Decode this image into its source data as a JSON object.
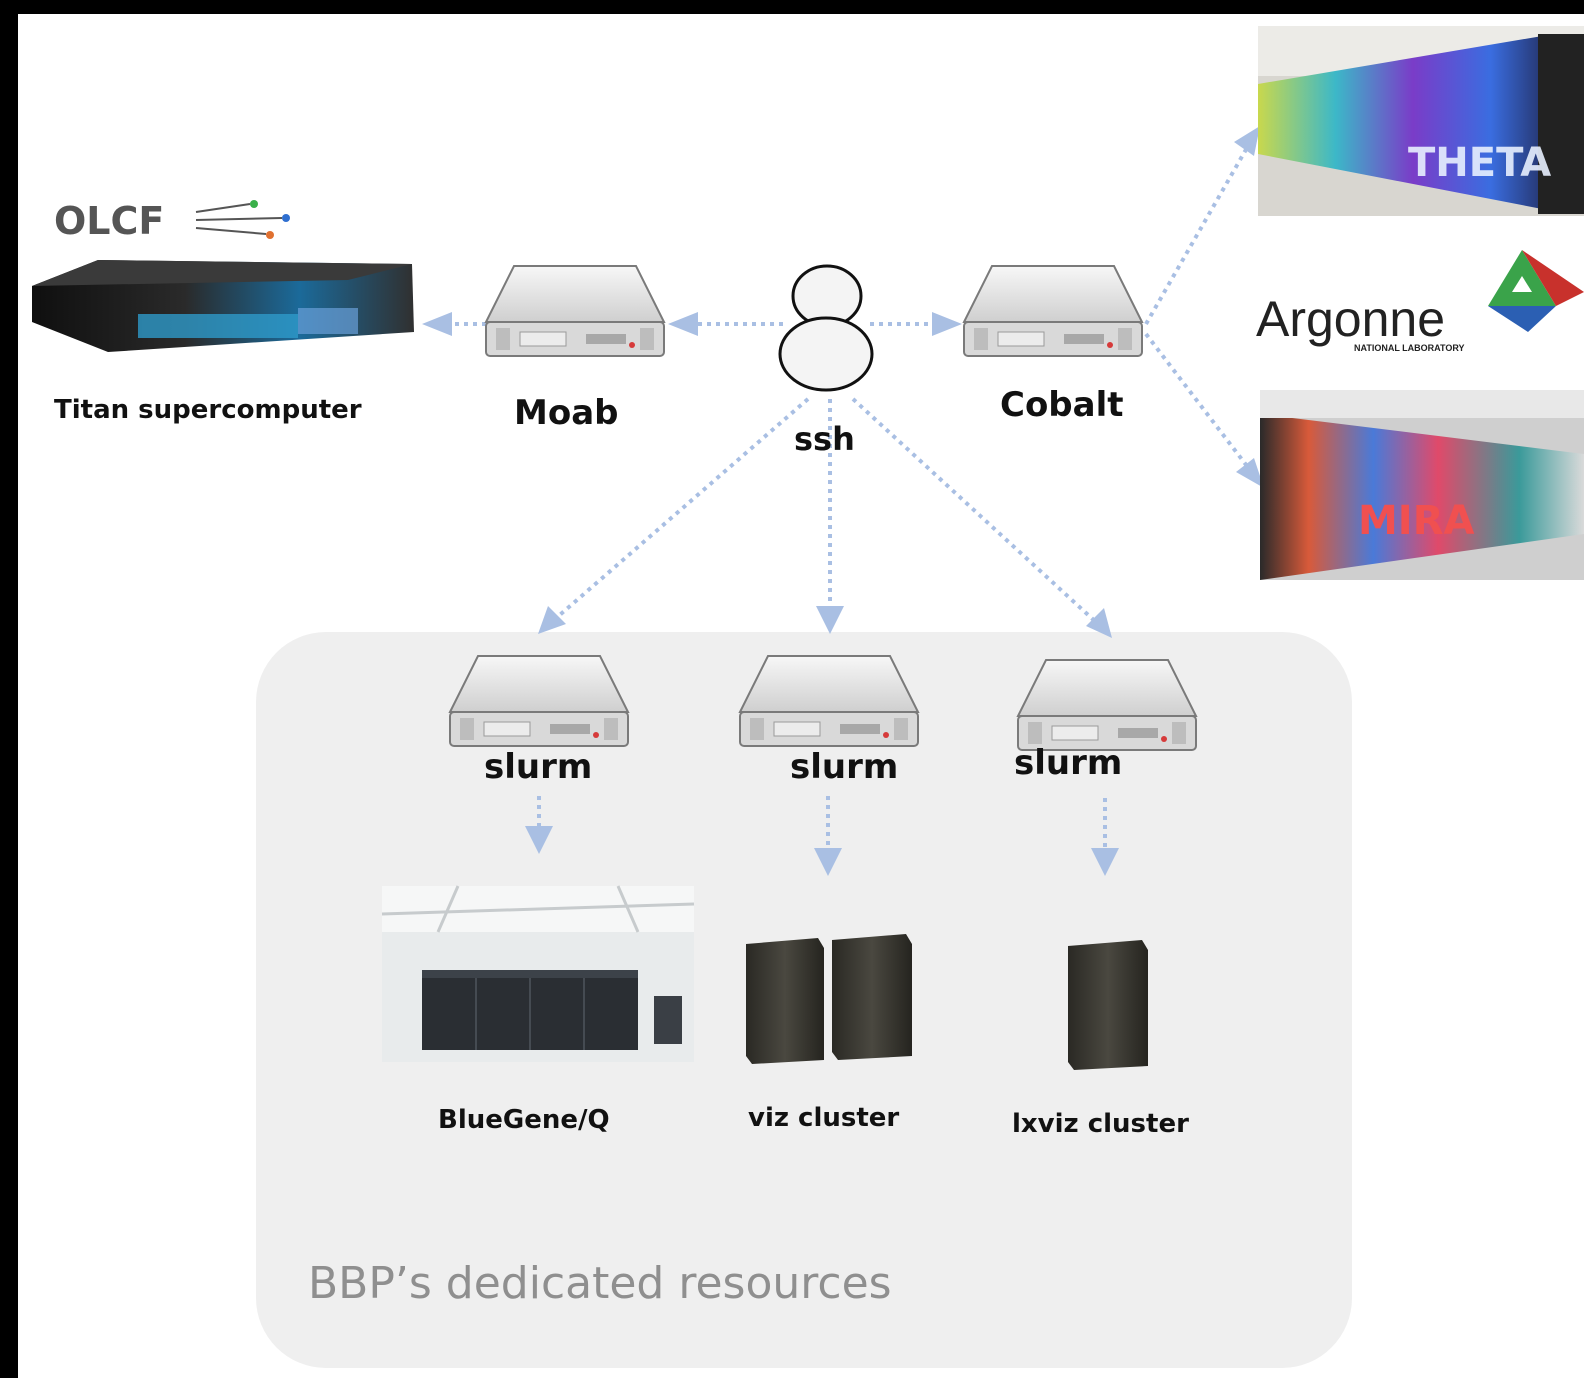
{
  "labels": {
    "titan": "Titan supercomputer",
    "moab": "Moab",
    "ssh": "ssh",
    "cobalt": "Cobalt",
    "slurm_1": "slurm",
    "slurm_2": "slurm",
    "slurm_3": "slurm",
    "bluegene": "BlueGene/Q",
    "viz": "viz cluster",
    "lxviz": "lxviz cluster",
    "region": "BBP’s dedicated resources"
  },
  "logos": {
    "olcf": "OLCF",
    "argonne": "Argonne",
    "argonne_sub": "NATIONAL LABORATORY",
    "theta": "THETA",
    "mira": "MIRA"
  },
  "colors": {
    "arrow": "#a9bfe3",
    "region_bg": "#efefef",
    "region_text": "#8f8f8f",
    "server_body": "#e3e3e3",
    "server_dark": "#8a8a8a"
  },
  "icons": {
    "user": "person-icon",
    "server": "server-icon",
    "rack": "server-rack-icon"
  }
}
